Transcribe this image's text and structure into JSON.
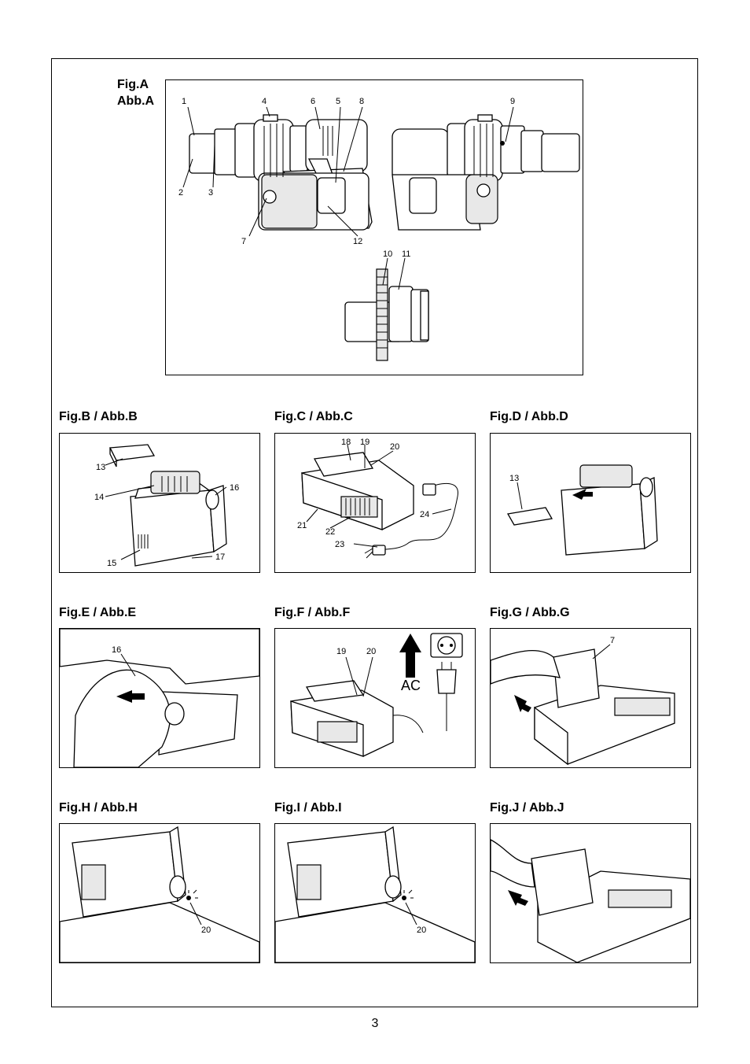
{
  "fig_a": {
    "title_line1": "Fig.A",
    "title_line2": "Abb.A",
    "callouts": [
      "1",
      "2",
      "3",
      "4",
      "5",
      "6",
      "7",
      "8",
      "9",
      "10",
      "11",
      "12"
    ]
  },
  "figures": [
    {
      "id": "b",
      "title": "Fig.B / Abb.B",
      "callouts": [
        "13",
        "14",
        "15",
        "16",
        "17"
      ]
    },
    {
      "id": "c",
      "title": "Fig.C / Abb.C",
      "callouts": [
        "18",
        "19",
        "20",
        "21",
        "22",
        "23",
        "24"
      ]
    },
    {
      "id": "d",
      "title": "Fig.D / Abb.D",
      "callouts": [
        "13"
      ]
    },
    {
      "id": "e",
      "title": "Fig.E / Abb.E",
      "callouts": [
        "16"
      ]
    },
    {
      "id": "f",
      "title": "Fig.F / Abb.F",
      "callouts": [
        "19",
        "20"
      ],
      "label": "AC"
    },
    {
      "id": "g",
      "title": "Fig.G / Abb.G",
      "callouts": [
        "7"
      ]
    },
    {
      "id": "h",
      "title": "Fig.H / Abb.H",
      "callouts": [
        "20"
      ]
    },
    {
      "id": "i",
      "title": "Fig.I / Abb.I",
      "callouts": [
        "20"
      ]
    },
    {
      "id": "j",
      "title": "Fig.J / Abb.J",
      "callouts": []
    }
  ],
  "page_number": "3"
}
